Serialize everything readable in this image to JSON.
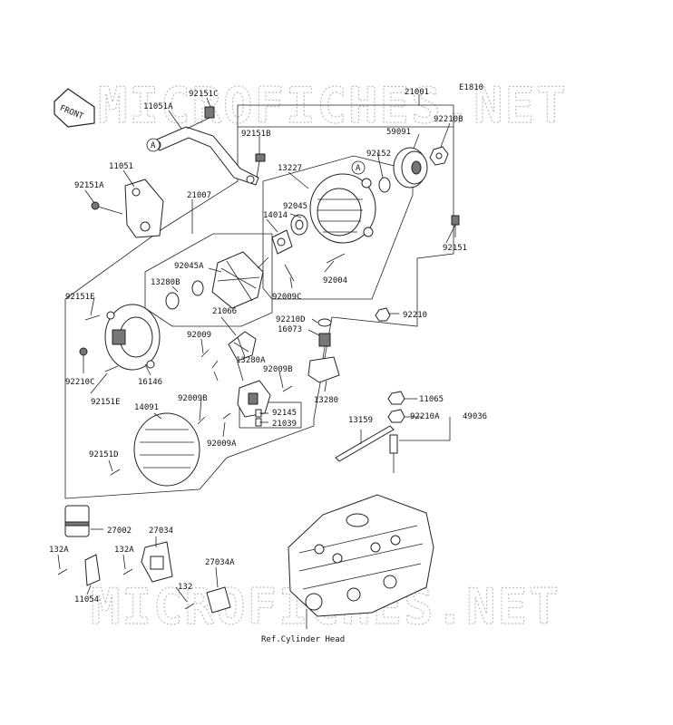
{
  "diagram_code": "E1810",
  "watermark": "MICROFICHES.NET",
  "front_label": "FRONT",
  "callout_letter": "A",
  "footer_ref": "Ref.Cylinder Head",
  "parts": [
    {
      "id": "92151C"
    },
    {
      "id": "11051A"
    },
    {
      "id": "92151B"
    },
    {
      "id": "11051"
    },
    {
      "id": "92151A"
    },
    {
      "id": "21001"
    },
    {
      "id": "59091"
    },
    {
      "id": "92210B"
    },
    {
      "id": "92152"
    },
    {
      "id": "13227"
    },
    {
      "id": "92045"
    },
    {
      "id": "14014"
    },
    {
      "id": "92151"
    },
    {
      "id": "92004"
    },
    {
      "id": "92009C"
    },
    {
      "id": "21007"
    },
    {
      "id": "92045A"
    },
    {
      "id": "13280B"
    },
    {
      "id": "92151E"
    },
    {
      "id": "21066"
    },
    {
      "id": "92210D"
    },
    {
      "id": "92210"
    },
    {
      "id": "16073"
    },
    {
      "id": "92009"
    },
    {
      "id": "92210C"
    },
    {
      "id": "16146"
    },
    {
      "id": "13280A"
    },
    {
      "id": "92009B"
    },
    {
      "id": "92151E"
    },
    {
      "id": "92009B"
    },
    {
      "id": "13280"
    },
    {
      "id": "14091"
    },
    {
      "id": "92145"
    },
    {
      "id": "21039"
    },
    {
      "id": "11065"
    },
    {
      "id": "13159"
    },
    {
      "id": "92210A"
    },
    {
      "id": "49036"
    },
    {
      "id": "92009A"
    },
    {
      "id": "92151D"
    },
    {
      "id": "27002"
    },
    {
      "id": "27034"
    },
    {
      "id": "132A"
    },
    {
      "id": "132A"
    },
    {
      "id": "27034A"
    },
    {
      "id": "11054"
    },
    {
      "id": "132"
    }
  ]
}
